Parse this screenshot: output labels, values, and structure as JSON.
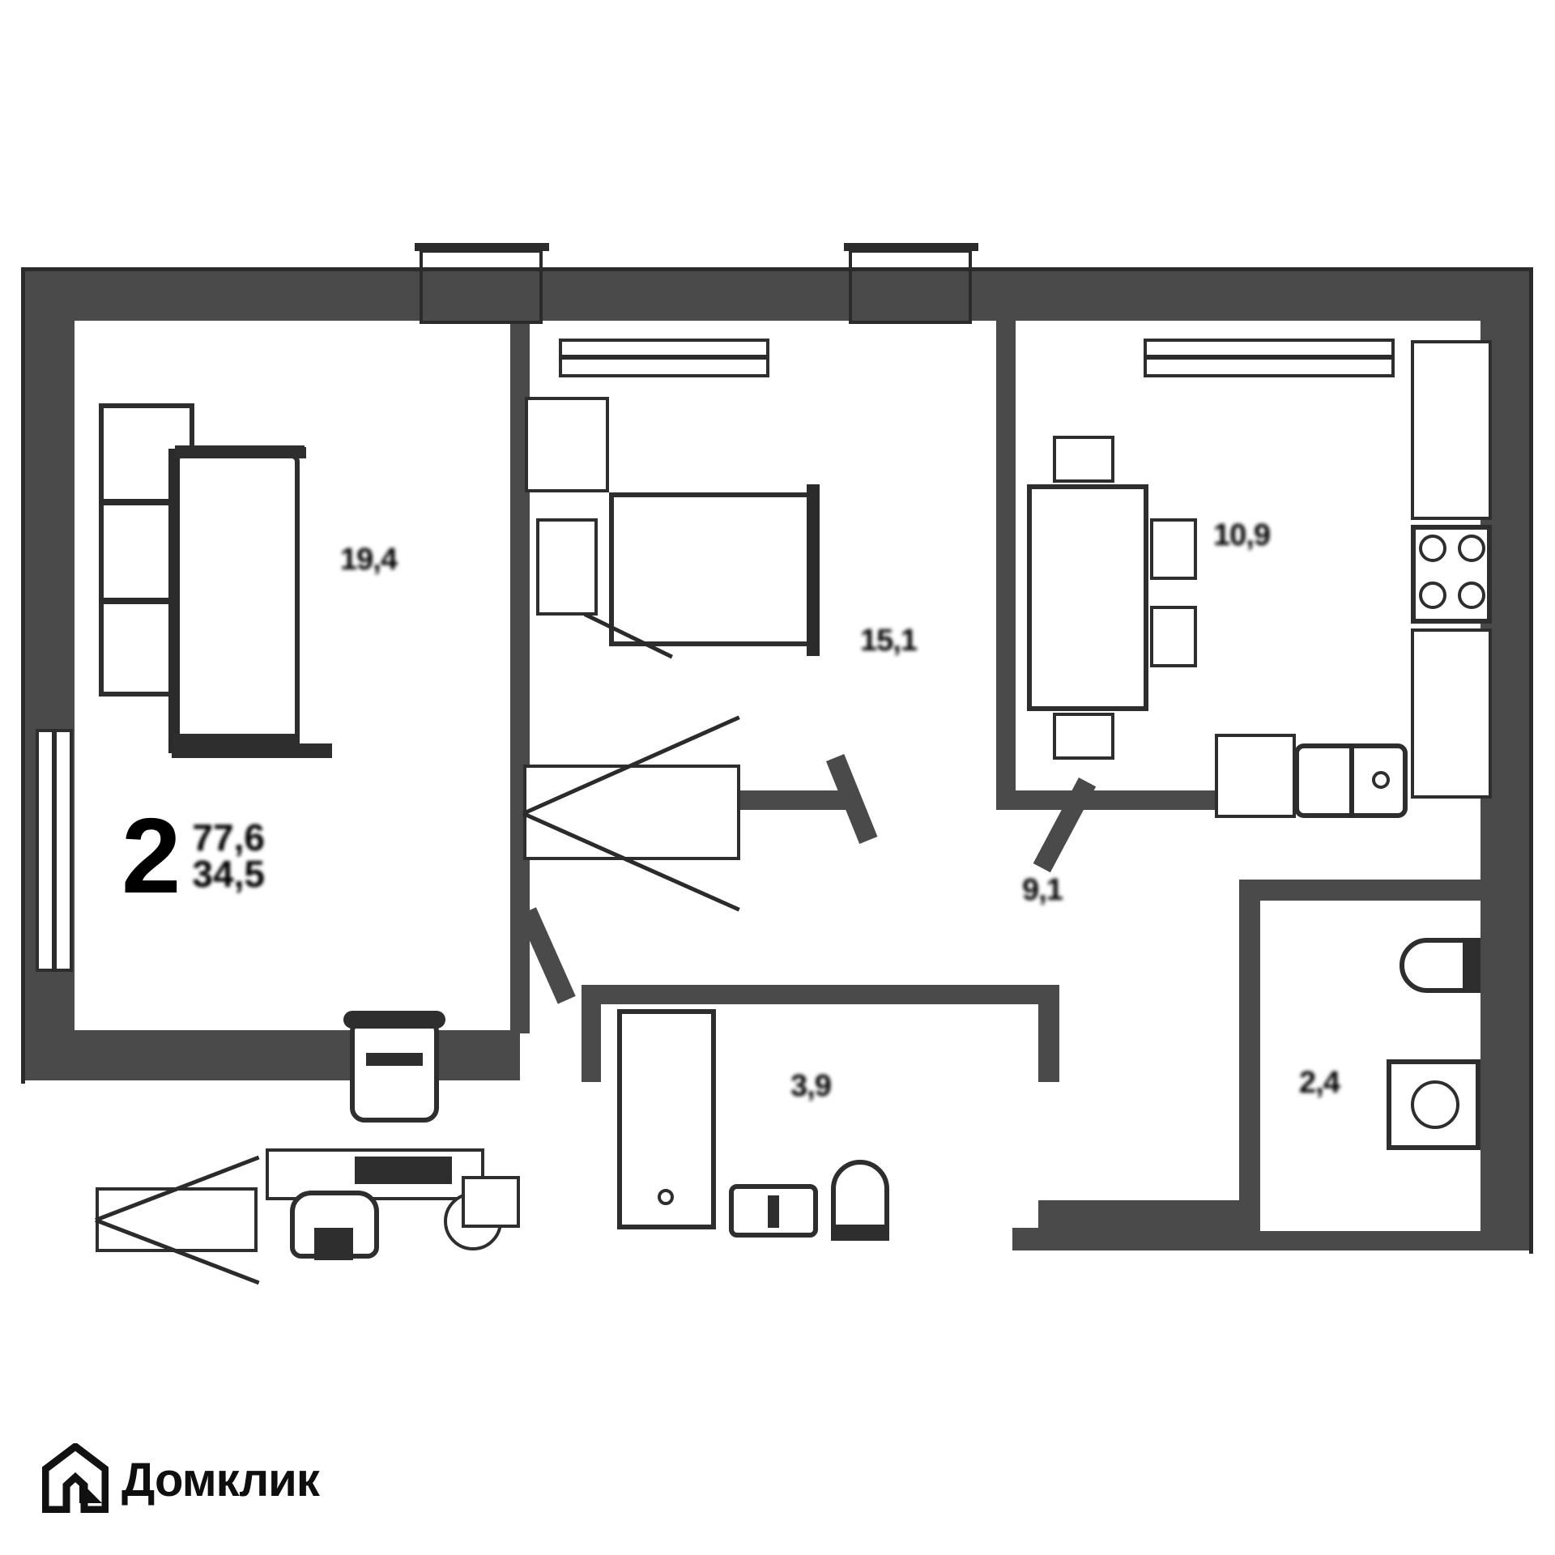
{
  "document": {
    "type": "apartment-floor-plan",
    "provider": "Домклик"
  },
  "summary": {
    "room_count": "2",
    "area_total": "77,6",
    "area_living": "34,5"
  },
  "rooms": [
    {
      "key": "living",
      "label": "19,4",
      "name": "living-room"
    },
    {
      "key": "bedroom",
      "label": "15,1",
      "name": "bedroom"
    },
    {
      "key": "kitchen",
      "label": "10,9",
      "name": "kitchen"
    },
    {
      "key": "hall",
      "label": "9,1",
      "name": "hallway"
    },
    {
      "key": "bath",
      "label": "3,9",
      "name": "bathroom"
    },
    {
      "key": "wc",
      "label": "2,4",
      "name": "wc"
    }
  ],
  "logo": {
    "brand": "Домклик",
    "mark": "house-logo-icon"
  },
  "colors": {
    "wall": "#4a4a4a",
    "outline": "#2b2b2b",
    "floor": "#ffffff",
    "text": "#000000"
  },
  "fixtures": [
    {
      "name": "sofa",
      "room": "living"
    },
    {
      "name": "bookshelf",
      "room": "living"
    },
    {
      "name": "bed",
      "room": "bedroom"
    },
    {
      "name": "wardrobe",
      "room": "bedroom"
    },
    {
      "name": "dining-table",
      "room": "kitchen"
    },
    {
      "name": "dining-chair",
      "room": "kitchen"
    },
    {
      "name": "stove",
      "room": "kitchen"
    },
    {
      "name": "kitchen-sink",
      "room": "kitchen"
    },
    {
      "name": "bathtub",
      "room": "bath"
    },
    {
      "name": "washbasin",
      "room": "bath"
    },
    {
      "name": "toilet",
      "room": "bath"
    },
    {
      "name": "toilet",
      "room": "wc"
    },
    {
      "name": "washing-machine",
      "room": "wc"
    },
    {
      "name": "office-chair",
      "room": "living"
    },
    {
      "name": "desk",
      "room": "living"
    },
    {
      "name": "armchair",
      "room": "living"
    },
    {
      "name": "bicycle",
      "room": "living"
    },
    {
      "name": "balcony",
      "room": "bedroom"
    },
    {
      "name": "balcony",
      "room": "kitchen"
    }
  ]
}
